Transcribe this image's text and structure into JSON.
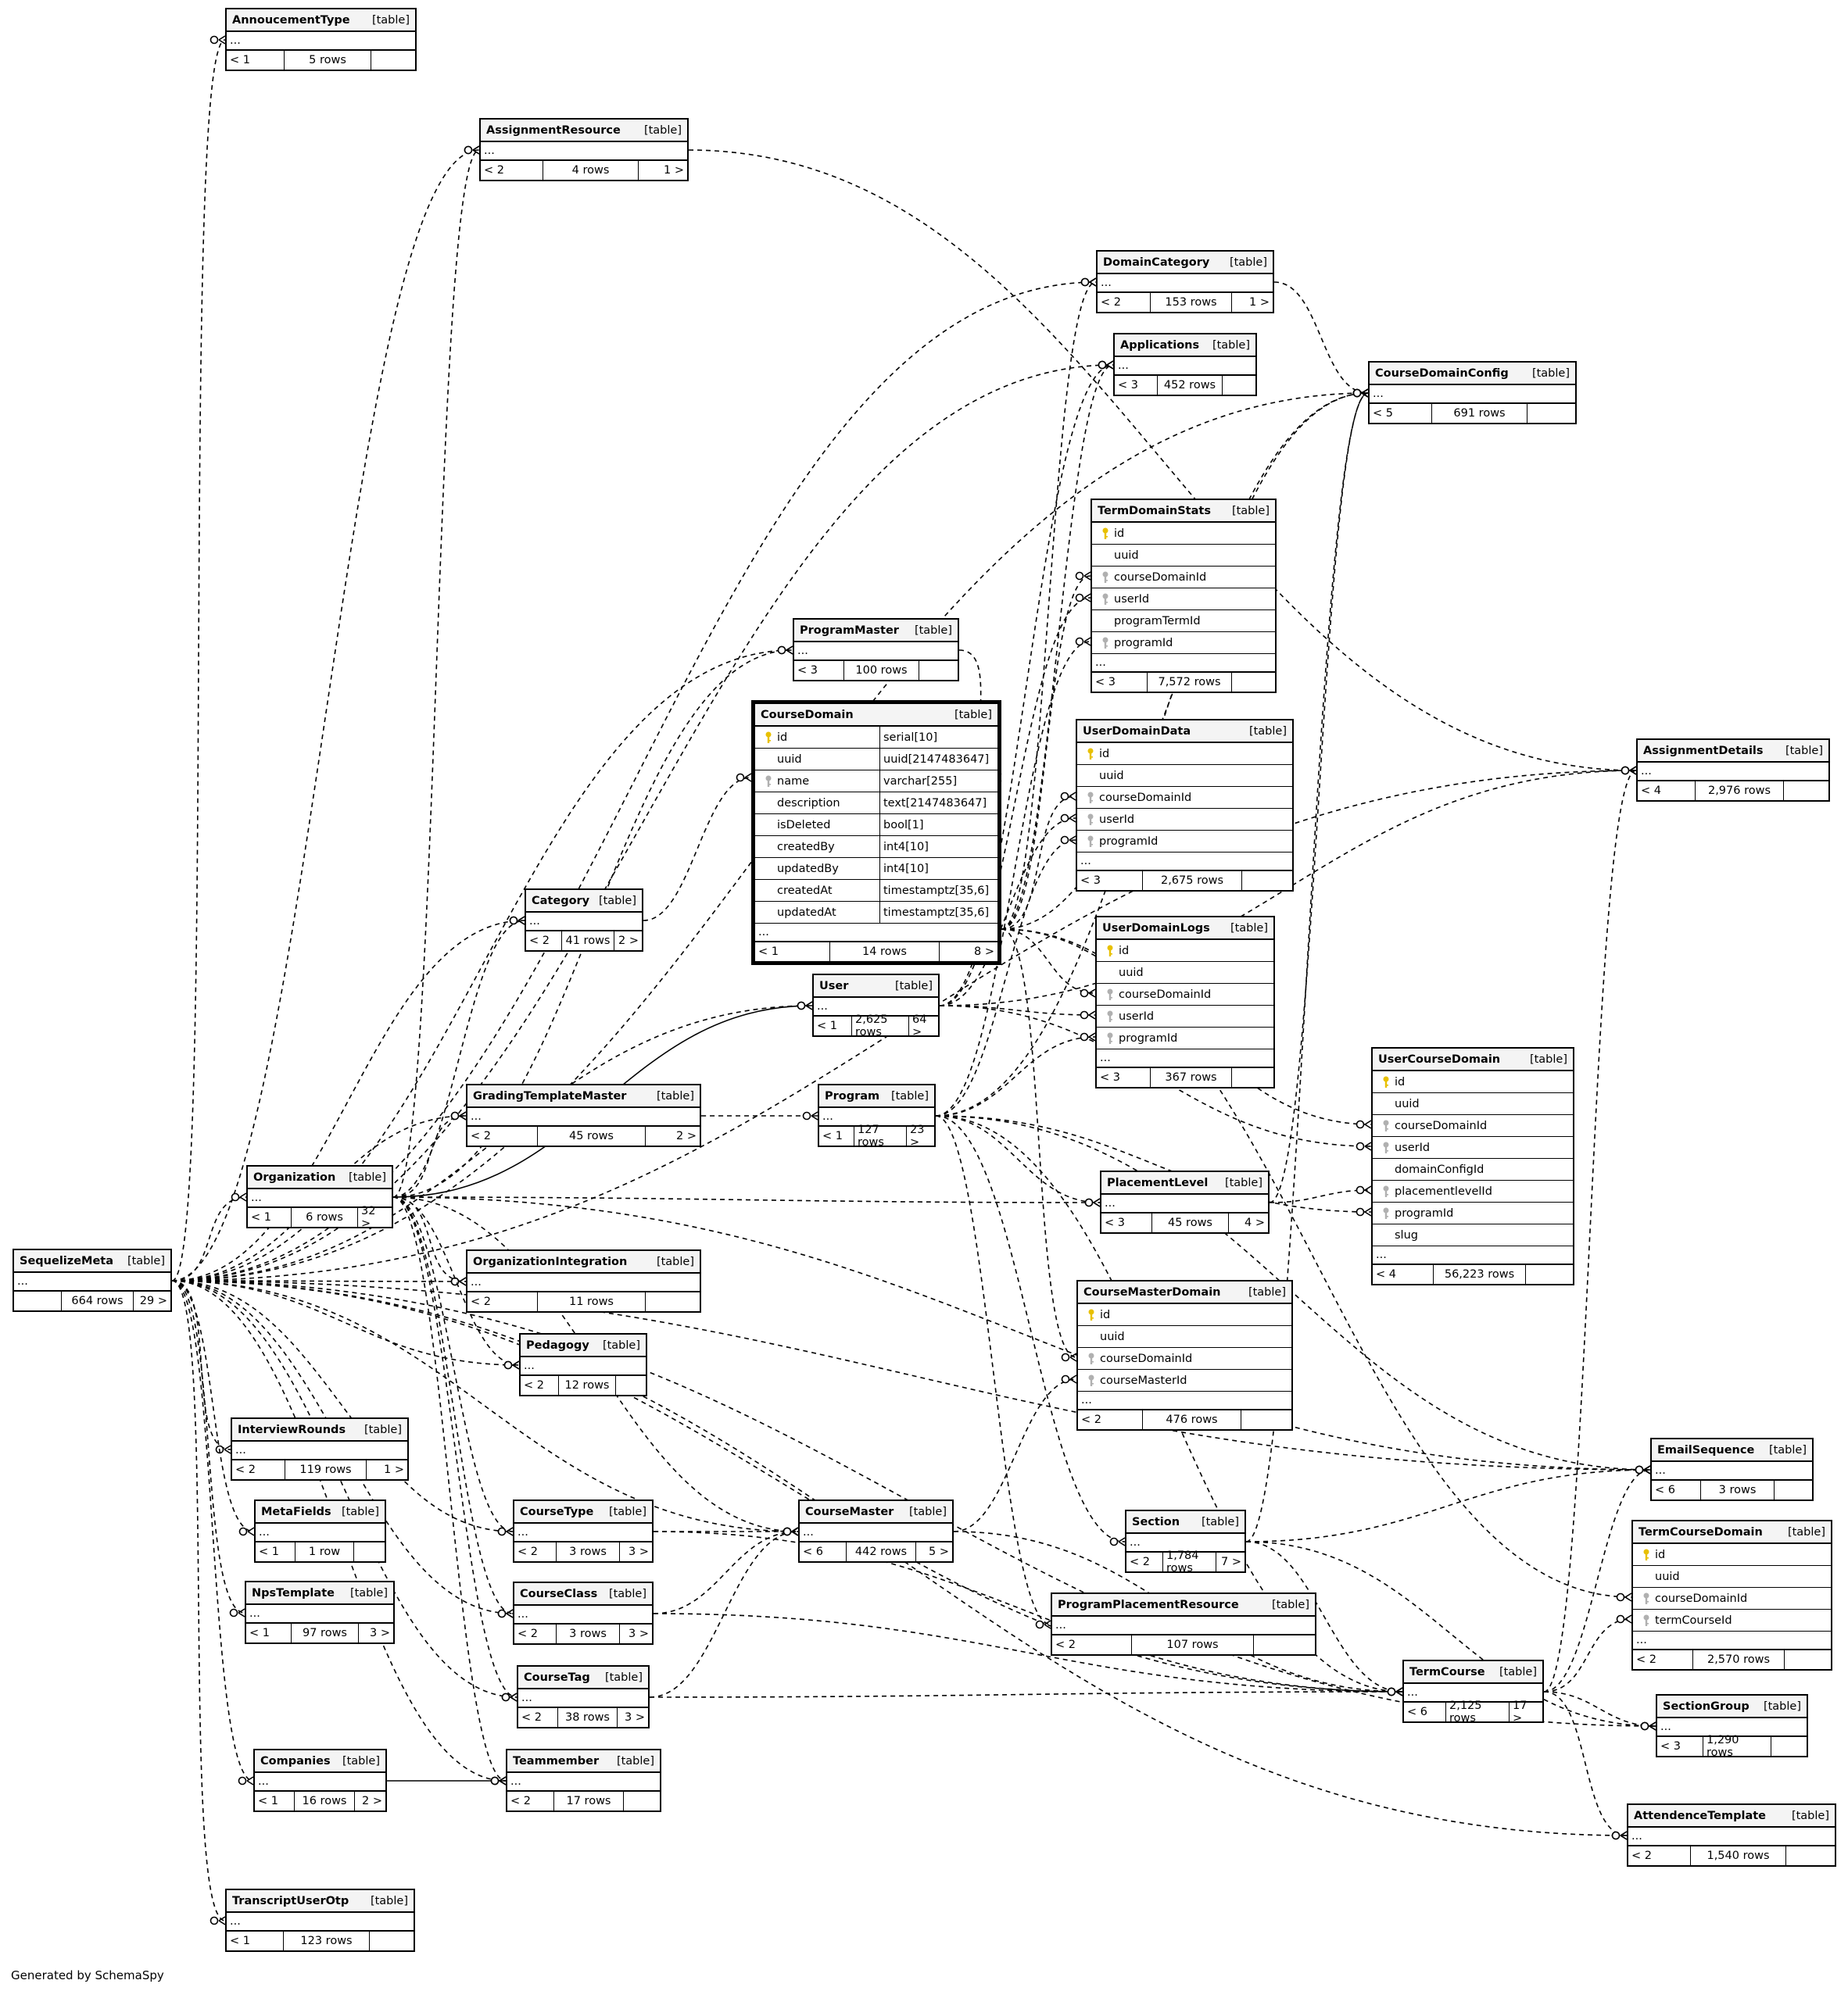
{
  "footer": "Generated by SchemaSpy",
  "table_badge": "[table]",
  "ellipsis": "...",
  "tables": {
    "AnnoucementType": {
      "name": "AnnoucementType",
      "parents": "< 1",
      "rows": "5 rows",
      "children": ""
    },
    "AssignmentResource": {
      "name": "AssignmentResource",
      "parents": "< 2",
      "rows": "4 rows",
      "children": "1 >"
    },
    "DomainCategory": {
      "name": "DomainCategory",
      "parents": "< 2",
      "rows": "153 rows",
      "children": "1 >"
    },
    "Applications": {
      "name": "Applications",
      "parents": "< 3",
      "rows": "452 rows",
      "children": ""
    },
    "CourseDomainConfig": {
      "name": "CourseDomainConfig",
      "parents": "< 5",
      "rows": "691 rows",
      "children": ""
    },
    "TermDomainStats": {
      "name": "TermDomainStats",
      "parents": "< 3",
      "rows": "7,572 rows",
      "children": "",
      "columns": [
        {
          "name": "id",
          "key": "pk"
        },
        {
          "name": "uuid",
          "key": ""
        },
        {
          "name": "courseDomainId",
          "key": "fk"
        },
        {
          "name": "userId",
          "key": "fk"
        },
        {
          "name": "programTermId",
          "key": ""
        },
        {
          "name": "programId",
          "key": "fk"
        }
      ]
    },
    "ProgramMaster": {
      "name": "ProgramMaster",
      "parents": "< 3",
      "rows": "100 rows",
      "children": ""
    },
    "CourseDomain": {
      "name": "CourseDomain",
      "parents": "< 1",
      "rows": "14 rows",
      "children": "8 >",
      "columns": [
        {
          "name": "id",
          "type": "serial[10]",
          "key": "pk"
        },
        {
          "name": "uuid",
          "type": "uuid[2147483647]",
          "key": ""
        },
        {
          "name": "name",
          "type": "varchar[255]",
          "key": "fk"
        },
        {
          "name": "description",
          "type": "text[2147483647]",
          "key": ""
        },
        {
          "name": "isDeleted",
          "type": "bool[1]",
          "key": ""
        },
        {
          "name": "createdBy",
          "type": "int4[10]",
          "key": ""
        },
        {
          "name": "updatedBy",
          "type": "int4[10]",
          "key": ""
        },
        {
          "name": "createdAt",
          "type": "timestamptz[35,6]",
          "key": ""
        },
        {
          "name": "updatedAt",
          "type": "timestamptz[35,6]",
          "key": ""
        }
      ]
    },
    "UserDomainData": {
      "name": "UserDomainData",
      "parents": "< 3",
      "rows": "2,675 rows",
      "children": "",
      "columns": [
        {
          "name": "id",
          "key": "pk"
        },
        {
          "name": "uuid",
          "key": ""
        },
        {
          "name": "courseDomainId",
          "key": "fk"
        },
        {
          "name": "userId",
          "key": "fk"
        },
        {
          "name": "programId",
          "key": "fk"
        }
      ]
    },
    "AssignmentDetails": {
      "name": "AssignmentDetails",
      "parents": "< 4",
      "rows": "2,976 rows",
      "children": ""
    },
    "Category": {
      "name": "Category",
      "parents": "< 2",
      "rows": "41 rows",
      "children": "2 >"
    },
    "UserDomainLogs": {
      "name": "UserDomainLogs",
      "parents": "< 3",
      "rows": "367 rows",
      "children": "",
      "columns": [
        {
          "name": "id",
          "key": "pk"
        },
        {
          "name": "uuid",
          "key": ""
        },
        {
          "name": "courseDomainId",
          "key": "fk"
        },
        {
          "name": "userId",
          "key": "fk"
        },
        {
          "name": "programId",
          "key": "fk"
        }
      ]
    },
    "User": {
      "name": "User",
      "parents": "< 1",
      "rows": "2,625 rows",
      "children": "64 >"
    },
    "UserCourseDomain": {
      "name": "UserCourseDomain",
      "parents": "< 4",
      "rows": "56,223 rows",
      "children": "",
      "columns": [
        {
          "name": "id",
          "key": "pk"
        },
        {
          "name": "uuid",
          "key": ""
        },
        {
          "name": "courseDomainId",
          "key": "fk"
        },
        {
          "name": "userId",
          "key": "fk"
        },
        {
          "name": "domainConfigId",
          "key": ""
        },
        {
          "name": "placementlevelId",
          "key": "fk"
        },
        {
          "name": "programId",
          "key": "fk"
        },
        {
          "name": "slug",
          "key": ""
        }
      ]
    },
    "GradingTemplateMaster": {
      "name": "GradingTemplateMaster",
      "parents": "< 2",
      "rows": "45 rows",
      "children": "2 >"
    },
    "Program": {
      "name": "Program",
      "parents": "< 1",
      "rows": "127 rows",
      "children": "23 >"
    },
    "Organization": {
      "name": "Organization",
      "parents": "< 1",
      "rows": "6 rows",
      "children": "32 >"
    },
    "PlacementLevel": {
      "name": "PlacementLevel",
      "parents": "< 3",
      "rows": "45 rows",
      "children": "4 >"
    },
    "SequelizeMeta": {
      "name": "SequelizeMeta",
      "parents": "",
      "rows": "664 rows",
      "children": "29 >"
    },
    "OrganizationIntegration": {
      "name": "OrganizationIntegration",
      "parents": "< 2",
      "rows": "11 rows",
      "children": ""
    },
    "Pedagogy": {
      "name": "Pedagogy",
      "parents": "< 2",
      "rows": "12 rows",
      "children": ""
    },
    "CourseMasterDomain": {
      "name": "CourseMasterDomain",
      "parents": "< 2",
      "rows": "476 rows",
      "children": "",
      "columns": [
        {
          "name": "id",
          "key": "pk"
        },
        {
          "name": "uuid",
          "key": ""
        },
        {
          "name": "courseDomainId",
          "key": "fk"
        },
        {
          "name": "courseMasterId",
          "key": "fk"
        }
      ]
    },
    "InterviewRounds": {
      "name": "InterviewRounds",
      "parents": "< 2",
      "rows": "119 rows",
      "children": "1 >"
    },
    "EmailSequence": {
      "name": "EmailSequence",
      "parents": "< 6",
      "rows": "3 rows",
      "children": ""
    },
    "MetaFields": {
      "name": "MetaFields",
      "parents": "< 1",
      "rows": "1 row",
      "children": ""
    },
    "CourseType": {
      "name": "CourseType",
      "parents": "< 2",
      "rows": "3 rows",
      "children": "3 >"
    },
    "CourseMaster": {
      "name": "CourseMaster",
      "parents": "< 6",
      "rows": "442 rows",
      "children": "5 >"
    },
    "Section": {
      "name": "Section",
      "parents": "< 2",
      "rows": "1,784 rows",
      "children": "7 >"
    },
    "TermCourseDomain": {
      "name": "TermCourseDomain",
      "parents": "< 2",
      "rows": "2,570 rows",
      "children": "",
      "columns": [
        {
          "name": "id",
          "key": "pk"
        },
        {
          "name": "uuid",
          "key": ""
        },
        {
          "name": "courseDomainId",
          "key": "fk"
        },
        {
          "name": "termCourseId",
          "key": "fk"
        }
      ]
    },
    "NpsTemplate": {
      "name": "NpsTemplate",
      "parents": "< 1",
      "rows": "97 rows",
      "children": "3 >"
    },
    "CourseClass": {
      "name": "CourseClass",
      "parents": "< 2",
      "rows": "3 rows",
      "children": "3 >"
    },
    "ProgramPlacementResource": {
      "name": "ProgramPlacementResource",
      "parents": "< 2",
      "rows": "107 rows",
      "children": ""
    },
    "CourseTag": {
      "name": "CourseTag",
      "parents": "< 2",
      "rows": "38 rows",
      "children": "3 >"
    },
    "TermCourse": {
      "name": "TermCourse",
      "parents": "< 6",
      "rows": "2,125 rows",
      "children": "17 >"
    },
    "SectionGroup": {
      "name": "SectionGroup",
      "parents": "< 3",
      "rows": "1,290 rows",
      "children": ""
    },
    "Companies": {
      "name": "Companies",
      "parents": "< 1",
      "rows": "16 rows",
      "children": "2 >"
    },
    "Teammember": {
      "name": "Teammember",
      "parents": "< 2",
      "rows": "17 rows",
      "children": ""
    },
    "AttendenceTemplate": {
      "name": "AttendenceTemplate",
      "parents": "< 2",
      "rows": "1,540 rows",
      "children": ""
    },
    "TranscriptUserOtp": {
      "name": "TranscriptUserOtp",
      "parents": "< 1",
      "rows": "123 rows",
      "children": ""
    }
  }
}
